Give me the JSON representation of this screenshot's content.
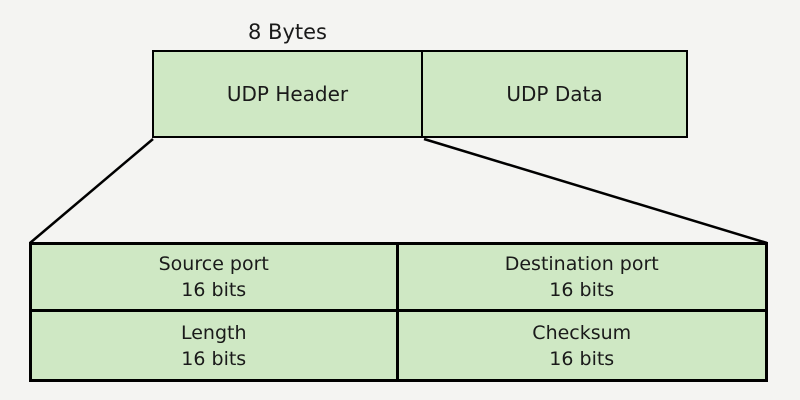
{
  "diagram": {
    "byte_label": "8 Bytes",
    "packet": {
      "header_label": "UDP Header",
      "data_label": "UDP Data"
    },
    "fields": [
      {
        "name": "Source port",
        "size": "16 bits"
      },
      {
        "name": "Destination port",
        "size": "16 bits"
      },
      {
        "name": "Length",
        "size": "16 bits"
      },
      {
        "name": "Checksum",
        "size": "16 bits"
      }
    ],
    "colors": {
      "box_fill": "#cfe8c4",
      "border": "#000000",
      "background": "#f4f4f2",
      "text": "#1a1a1a"
    }
  }
}
